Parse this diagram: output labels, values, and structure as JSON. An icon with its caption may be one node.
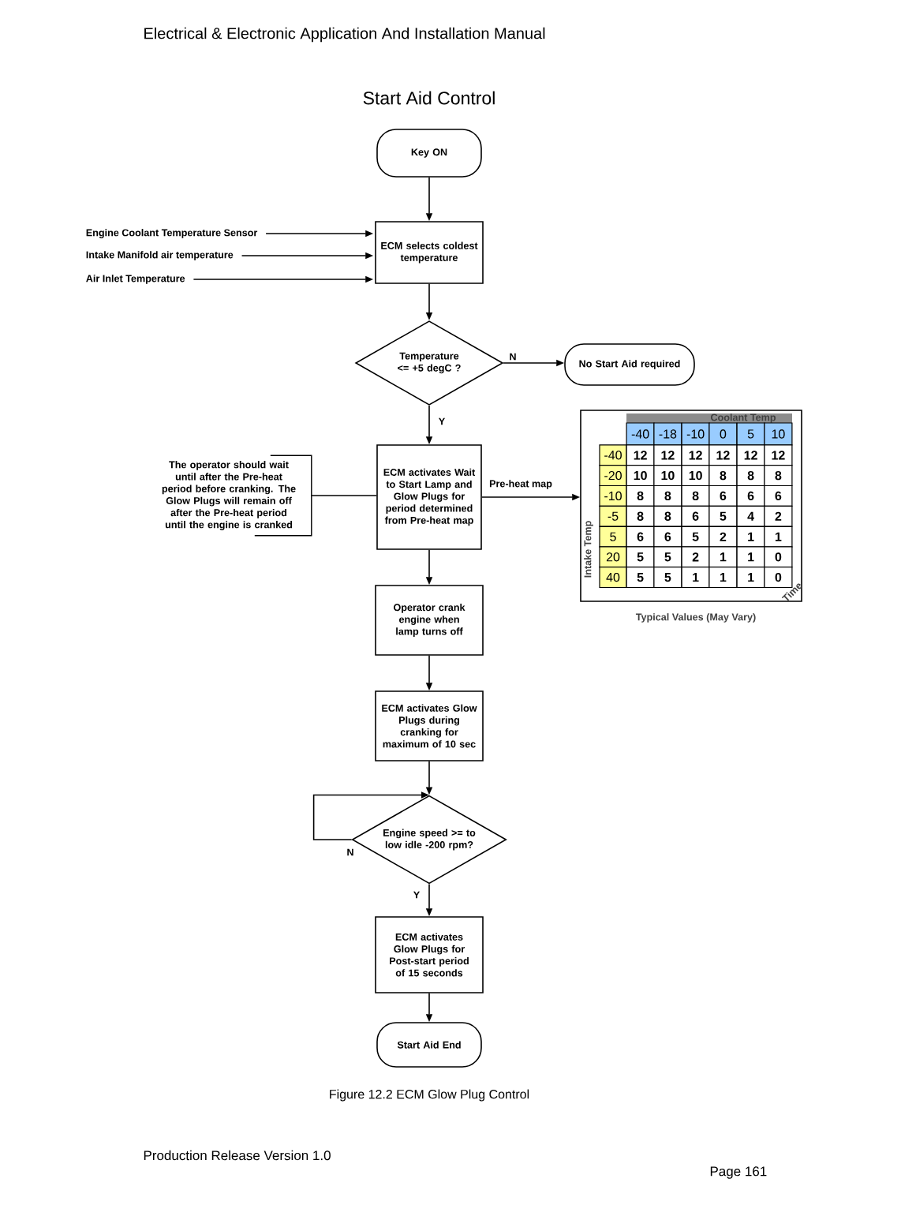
{
  "diagram": {
    "title": "Start Aid Control",
    "caption": "Figure 12.2 ECM Glow Plug Control",
    "nodes": [
      {
        "text": [
          "Key ON"
        ]
      },
      {
        "text": [
          "ECM selects coldest temperature"
        ]
      },
      {
        "text": [
          "Engine Coolant Temperature Sensor"
        ]
      },
      {
        "text": [
          "Intake Manifold air temperature"
        ]
      },
      {
        "text": [
          "Air Inlet Temperature"
        ]
      },
      {
        "text": [
          "Temperature <= +5 degC ?"
        ]
      },
      {
        "text": [
          "No Start Aid required"
        ]
      },
      {
        "text": [
          "ECM activates Wait to Start Lamp and Glow Plugs for period determined from Pre-heat map"
        ]
      },
      {
        "text": [
          "The operator should wait until after the Pre-heat period before cranking. The Glow Plugs will remain off after the Pre-heat period until the engine is cranked"
        ]
      },
      {
        "text": [
          "Coolant Temp",
          "Intake Temp",
          "Time"
        ],
        "beside": [
          "Typical Values (May Vary)"
        ]
      },
      {
        "text": [
          "Operator crank engine when lamp turns off"
        ]
      },
      {
        "text": [
          "ECM activates Glow Plugs during cranking for maximum of 10 sec"
        ]
      },
      {
        "text": [
          "Engine speed >= to low idle -200 rpm?"
        ]
      },
      {
        "text": [
          "ECM activates Glow Plugs for Post-start period of 15 seconds"
        ]
      },
      {
        "text": [
          "Start Aid End"
        ]
      }
    ],
    "edges": [
      {
        "from": 0,
        "to": 1,
        "arrow": "to"
      },
      {
        "from": 2,
        "to": 1,
        "arrow": "to"
      },
      {
        "from": 3,
        "to": 1,
        "arrow": "to"
      },
      {
        "from": 4,
        "to": 1,
        "arrow": "to"
      },
      {
        "from": 1,
        "to": 5,
        "arrow": "to"
      },
      {
        "from": 5,
        "to": 6,
        "arrow": "to",
        "label": "N"
      },
      {
        "from": 5,
        "to": 7,
        "arrow": "to",
        "label": "Y"
      },
      {
        "from": 8,
        "to": 7,
        "arrow": "none"
      },
      {
        "from": 7,
        "to": 9,
        "arrow": "to",
        "label": "Pre-heat map"
      },
      {
        "from": 7,
        "to": 10,
        "arrow": "to"
      },
      {
        "from": 10,
        "to": 11,
        "arrow": "to"
      },
      {
        "from": 11,
        "to": 12,
        "arrow": "to"
      },
      {
        "from": 12,
        "to": 12,
        "arrow": "to",
        "label": "N"
      },
      {
        "from": 12,
        "to": 13,
        "arrow": "to",
        "label": "Y"
      },
      {
        "from": 13,
        "to": 14,
        "arrow": "to"
      }
    ],
    "labels": [
      "Electrical & Electronic Application And Installation Manual",
      "-40",
      "-18",
      "-10",
      "0",
      "5",
      "10",
      "-40",
      "12",
      "12",
      "12",
      "12",
      "12",
      "12",
      "-20",
      "10",
      "10",
      "10",
      "8",
      "8",
      "8",
      "-10",
      "8",
      "8",
      "8",
      "6",
      "6",
      "6",
      "-5",
      "8",
      "8",
      "6",
      "5",
      "4",
      "2",
      "5",
      "6",
      "6",
      "5",
      "2",
      "1",
      "1",
      "20",
      "5",
      "5",
      "2",
      "1",
      "1",
      "0",
      "40",
      "5",
      "5",
      "1",
      "1",
      "1",
      "0",
      "Production Release Version 1.0",
      "Page 161"
    ]
  }
}
